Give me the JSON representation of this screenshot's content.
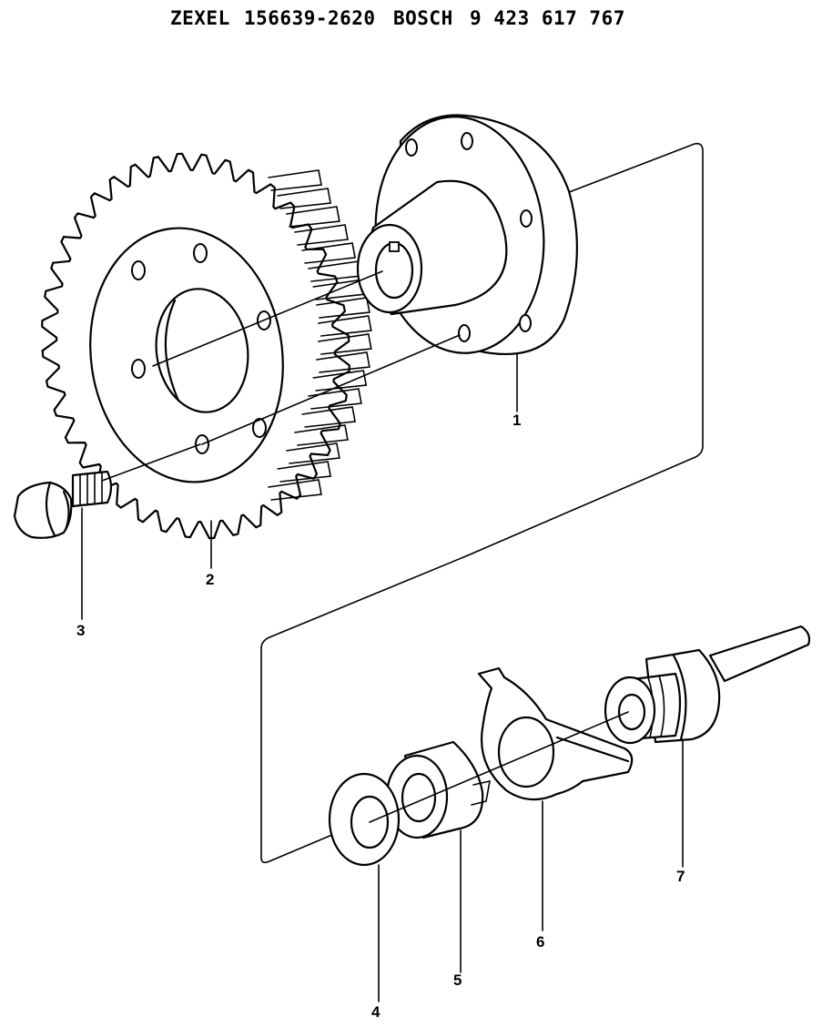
{
  "header": {
    "brand1": "ZEXEL",
    "part1": "156639-2620",
    "brand2": "BOSCH",
    "part2": "9 423 617 767"
  },
  "callouts": {
    "c1": "1",
    "c2": "2",
    "c3": "3",
    "c4": "4",
    "c5": "5",
    "c6": "6",
    "c7": "7"
  }
}
